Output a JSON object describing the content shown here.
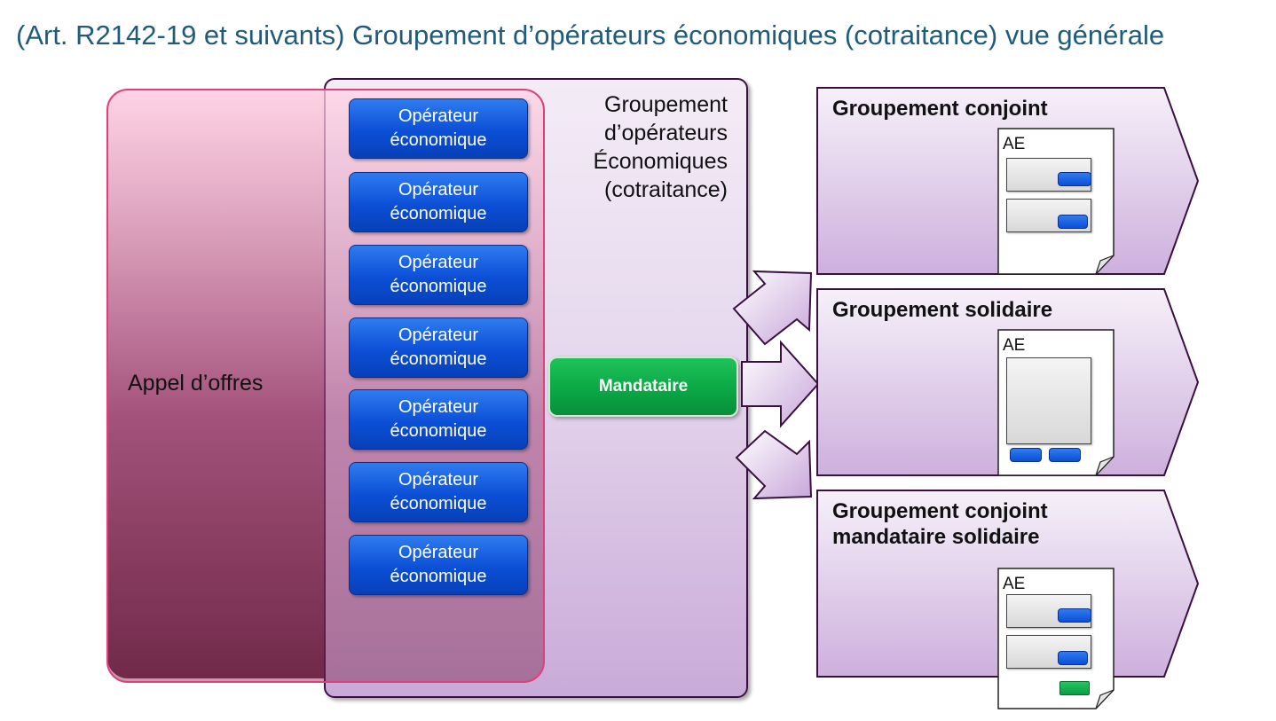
{
  "title": "(Art. R2142-19 et suivants) Groupement d’opérateurs économiques (cotraitance) vue générale",
  "appel": {
    "label": "Appel d’offres"
  },
  "groupement": {
    "line1": "Groupement",
    "line2": "d’opérateurs",
    "line3": "Économiques",
    "line4": "(cotraitance)"
  },
  "operateurs": [
    {
      "line1": "Opérateur",
      "line2": "économique"
    },
    {
      "line1": "Opérateur",
      "line2": "économique"
    },
    {
      "line1": "Opérateur",
      "line2": "économique"
    },
    {
      "line1": "Opérateur",
      "line2": "économique"
    },
    {
      "line1": "Opérateur",
      "line2": "économique"
    },
    {
      "line1": "Opérateur",
      "line2": "économique"
    },
    {
      "line1": "Opérateur",
      "line2": "économique"
    }
  ],
  "mandataire": {
    "label": "Mandataire"
  },
  "types": [
    {
      "line1": "Groupement conjoint",
      "line2": "",
      "doc_label": "AE"
    },
    {
      "line1": "Groupement solidaire",
      "line2": "",
      "doc_label": "AE"
    },
    {
      "line1": "Groupement conjoint",
      "line2": "mandataire solidaire",
      "doc_label": "AE"
    }
  ],
  "colors": {
    "title": "#1f5c7a",
    "operateur": "#0b4fd6",
    "mandataire": "#0aa544",
    "chevron": "#dcc6e8",
    "border": "#3a1040"
  }
}
